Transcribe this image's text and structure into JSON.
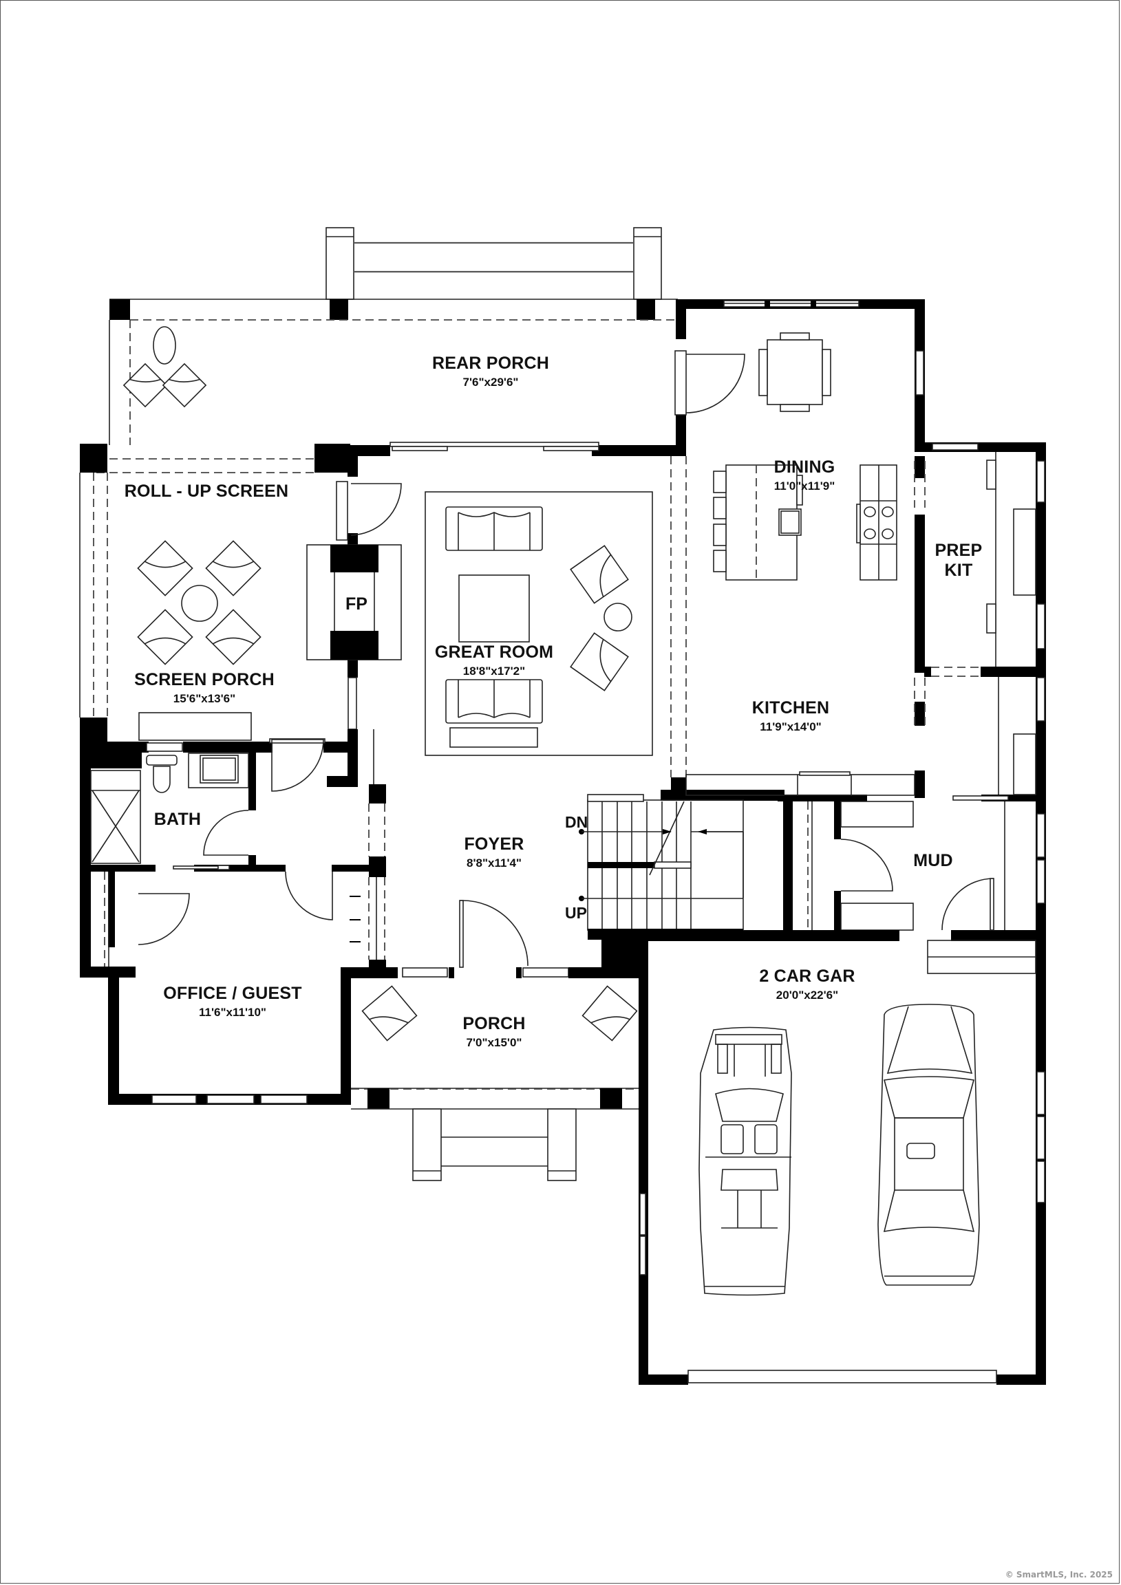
{
  "plan": {
    "rooms": [
      {
        "id": "rear-porch",
        "name": "REAR PORCH",
        "dim": "7'6\"x29'6\""
      },
      {
        "id": "roll-up-screen",
        "name": "ROLL - UP SCREEN",
        "dim": ""
      },
      {
        "id": "screen-porch",
        "name": "SCREEN PORCH",
        "dim": "15'6\"x13'6\""
      },
      {
        "id": "great-room",
        "name": "GREAT ROOM",
        "dim": "18'8\"x17'2\""
      },
      {
        "id": "dining",
        "name": "DINING",
        "dim": "11'0\"x11'9\""
      },
      {
        "id": "kitchen",
        "name": "KITCHEN",
        "dim": "11'9\"x14'0\""
      },
      {
        "id": "prep-kit",
        "name": "PREP",
        "name2": "KIT",
        "dim": ""
      },
      {
        "id": "bath",
        "name": "BATH",
        "dim": ""
      },
      {
        "id": "foyer",
        "name": "FOYER",
        "dim": "8'8\"x11'4\""
      },
      {
        "id": "mud",
        "name": "MUD",
        "dim": ""
      },
      {
        "id": "office-guest",
        "name": "OFFICE / GUEST",
        "dim": "11'6\"x11'10\""
      },
      {
        "id": "porch",
        "name": "PORCH",
        "dim": "7'0\"x15'0\""
      },
      {
        "id": "garage",
        "name": "2 CAR GAR",
        "dim": "20'0\"x22'6\""
      }
    ],
    "annotations": {
      "fireplace": "FP",
      "stairs_down": "DN",
      "stairs_up": "UP"
    }
  },
  "footer": {
    "copyright": "© SmartMLS, Inc.  2025"
  }
}
